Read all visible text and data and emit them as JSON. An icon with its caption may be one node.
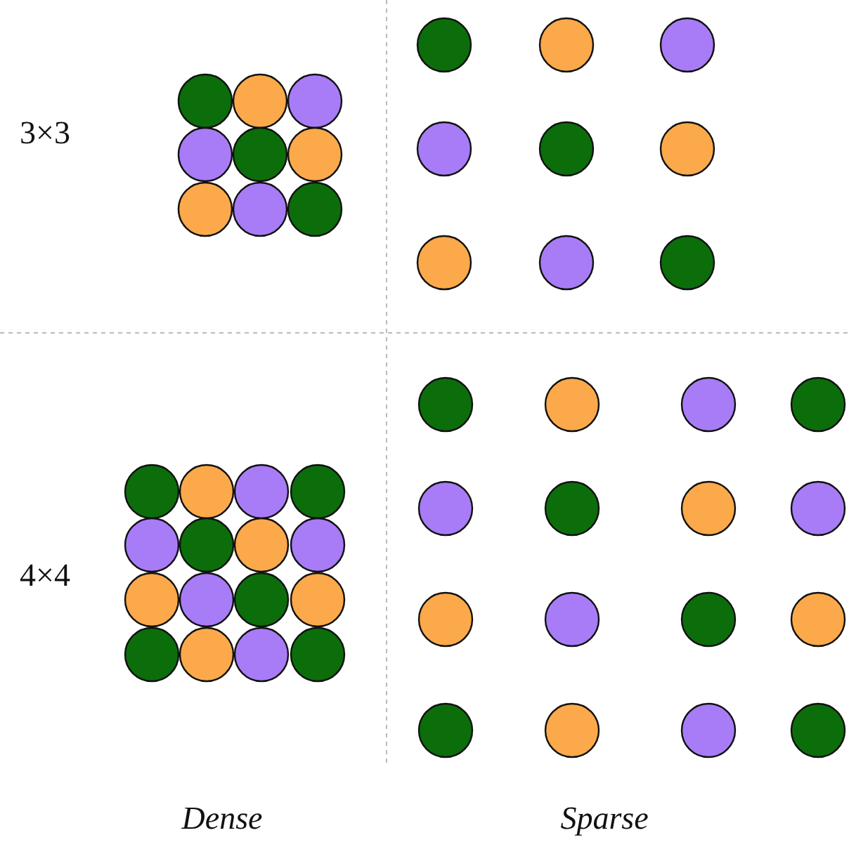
{
  "diagram": {
    "labels": [
      "3×3",
      "4×4",
      "Dense",
      "Sparse"
    ]
  }
}
